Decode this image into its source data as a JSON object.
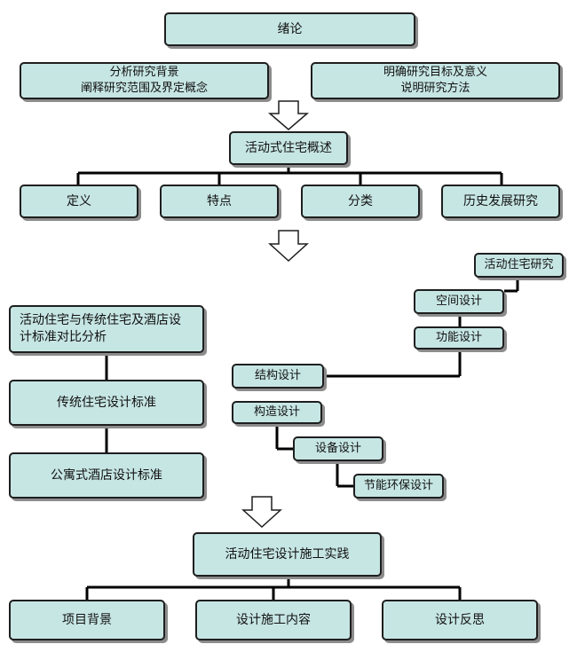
{
  "intro": {
    "title": "绪论",
    "left_line1": "分析研究背景",
    "left_line2": "阐释研究范围及界定概念",
    "right_line1": "明确研究目标及意义",
    "right_line2": "说明研究方法"
  },
  "overview": {
    "title": "活动式住宅概述",
    "items": [
      "定义",
      "特点",
      "分类",
      "历史发展研究"
    ]
  },
  "study": {
    "root": "活动住宅研究",
    "space": "空间设计",
    "function": "功能设计",
    "structure": "结构设计",
    "construction": "构造设计",
    "equipment": "设备设计",
    "eco": "节能环保设计"
  },
  "standards": {
    "compare_line1": "活动住宅与传统住宅及酒店设",
    "compare_line2": "计标准对比分析",
    "traditional": "传统住宅设计标准",
    "apartment": "公寓式酒店设计标准"
  },
  "practice": {
    "title": "活动住宅设计施工实践",
    "items": [
      "项目背景",
      "设计施工内容",
      "设计反思"
    ]
  },
  "colors": {
    "box_fill": "#c6e6e4",
    "border": "#1e1e1e",
    "shadow": "#8c8c8c"
  }
}
